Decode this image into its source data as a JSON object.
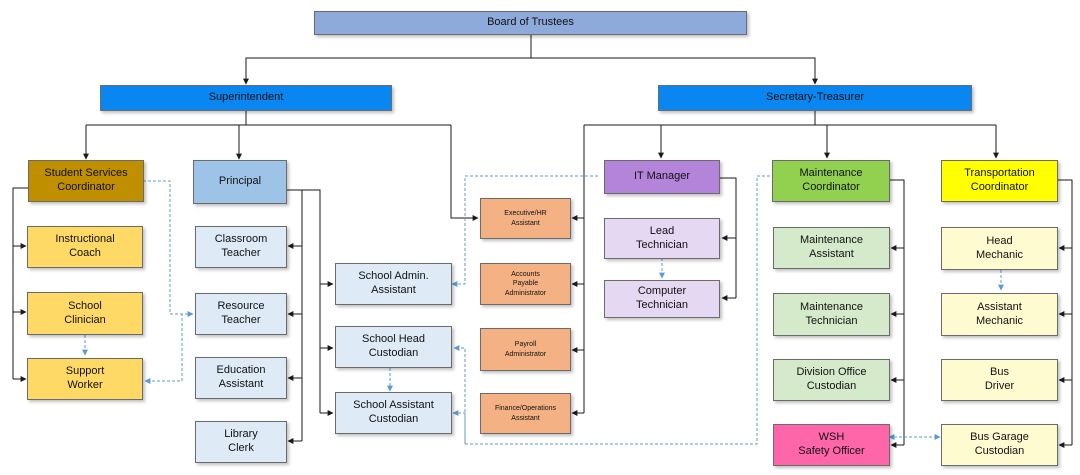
{
  "nodes": {
    "board": "Board of Trustees",
    "superintendent": "Superintendent",
    "secretary_treasurer": "Secretary-Treasurer",
    "student_services": "Student Services\nCoordinator",
    "instructional_coach": "Instructional\nCoach",
    "school_clinician": "School\nClinician",
    "support_worker": "Support\nWorker",
    "principal": "Principal",
    "classroom_teacher": "Classroom\nTeacher",
    "resource_teacher": "Resource\nTeacher",
    "education_assistant": "Education\nAssistant",
    "library_clerk": "Library\nClerk",
    "school_admin": "School Admin.\nAssistant",
    "school_head_custodian": "School Head\nCustodian",
    "school_assistant_custodian": "School Assistant\nCustodian",
    "executive_hr": "Executive/HR\nAssistant",
    "accounts_payable": "Accounts\nPayable\nAdministrator",
    "payroll": "Payroll\nAdministrator",
    "finance_ops": "Finance/Operations\nAssistant",
    "it_manager": "IT Manager",
    "lead_technician": "Lead\nTechnician",
    "computer_technician": "Computer\nTechnician",
    "maintenance_coordinator": "Maintenance\nCoordinator",
    "maintenance_assistant": "Maintenance\nAssistant",
    "maintenance_technician": "Maintenance\nTechnician",
    "division_office_custodian": "Division Office\nCustodian",
    "wsh_officer": "WSH\nSafety Officer",
    "transportation_coordinator": "Transportation\nCoordinator",
    "head_mechanic": "Head\nMechanic",
    "assistant_mechanic": "Assistant\nMechanic",
    "bus_driver": "Bus\nDriver",
    "bus_garage_custodian": "Bus Garage\nCustodian"
  },
  "colors": {
    "line": "#1a1a1a",
    "dashed": "#5b9bd5"
  }
}
